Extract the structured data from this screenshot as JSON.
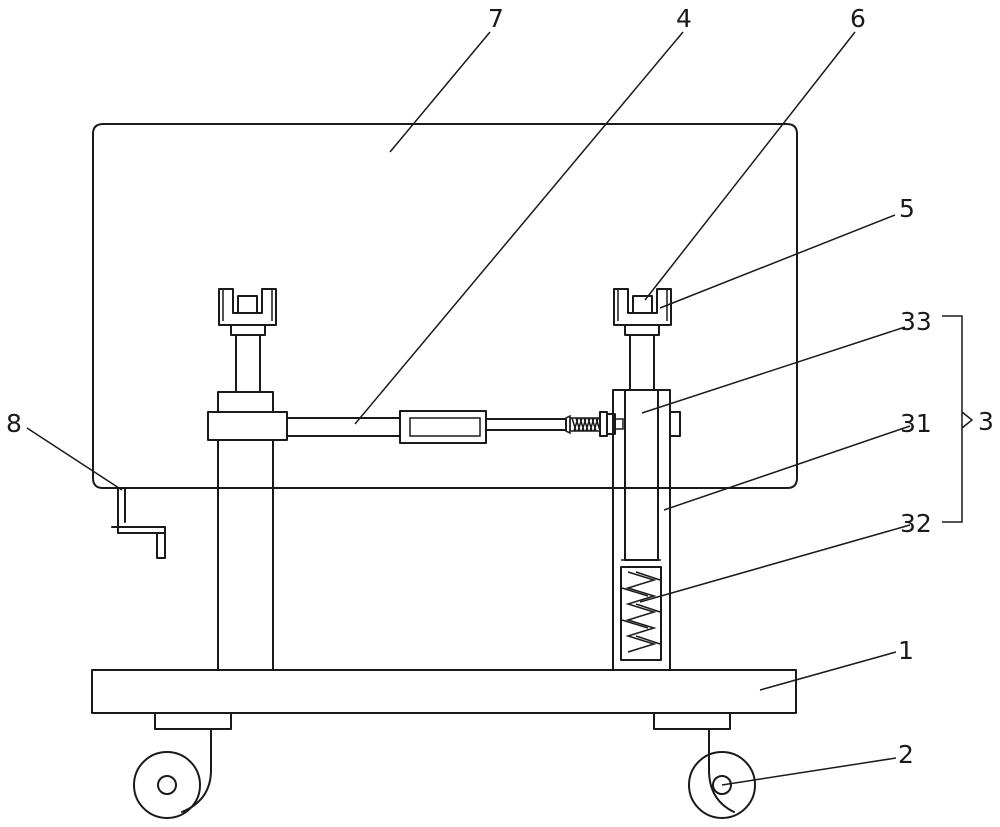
{
  "labels": {
    "l7": "7",
    "l4": "4",
    "l6": "6",
    "l5": "5",
    "l33": "33",
    "l3": "3",
    "l31": "31",
    "l8": "8",
    "l32": "32",
    "l1": "1",
    "l2": "2"
  },
  "colors": {
    "line": "#1a1a1a",
    "background": "#ffffff"
  }
}
